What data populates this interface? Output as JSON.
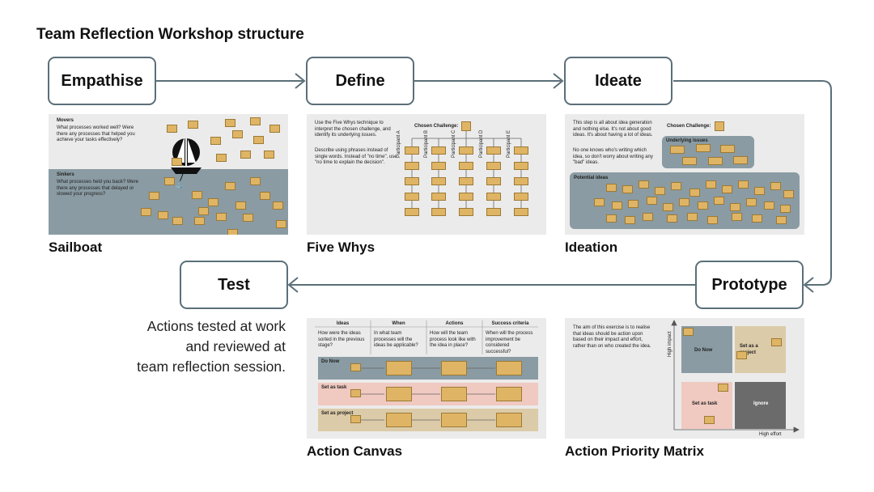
{
  "title": "Team Reflection Workshop structure",
  "stages": {
    "empathise": "Empathise",
    "define": "Define",
    "ideate": "Ideate",
    "prototype": "Prototype",
    "test": "Test"
  },
  "test_description": [
    "Actions tested at work",
    "and reviewed at",
    "team reflection session."
  ],
  "captions": {
    "sailboat": "Sailboat",
    "five_whys": "Five Whys",
    "ideation": "Ideation",
    "action_canvas": "Action Canvas",
    "action_priority_matrix": "Action Priority Matrix"
  },
  "sailboat": {
    "movers_heading": "Movers",
    "movers_text": "What processes worked well? Were there any processes that helped you achieve your tasks effectively?",
    "sinkers_heading": "Sinkers",
    "sinkers_text": "What processes held you back? Were there any processes that delayed or slowed your progress?"
  },
  "five_whys": {
    "intro_1": "Use the Five Whys technique to interpret the chosen challenge, and identify its underlying issues.",
    "intro_2": "Describe using phrases instead of single words. Instead of \"no time\", use \"no time to explain the decision\".",
    "chosen_challenge": "Chosen Challenge:",
    "participants": [
      "Participant A",
      "Participant B",
      "Participant C",
      "Participant D",
      "Participant E"
    ]
  },
  "ideation": {
    "intro_1": "This step is all about idea generation and nothing else. It's not about good ideas. It's about having a lot of ideas.",
    "intro_2": "No one knows who's writing which idea, so don't worry about writing any \"bad\" ideas.",
    "chosen_challenge": "Chosen Challenge:",
    "underlying_issues": "Underlying issues",
    "potential_ideas": "Potential ideas"
  },
  "action_canvas": {
    "headers": [
      "Ideas",
      "When",
      "Actions",
      "Success criteria"
    ],
    "questions": [
      "How were the ideas sorted in the previous stage?",
      "In what team processes will the ideas be applicable?",
      "How will the team process look like with the idea in place?",
      "When will the process improvement be considered successful?"
    ],
    "rows": [
      "Do Now",
      "Set as task",
      "Set as project"
    ]
  },
  "priority_matrix": {
    "intro": "The aim of this exercise is to realise that ideas should be action upon based on their impact and effort, rather than on who created the idea.",
    "y_axis": "High impact",
    "x_axis": "High effort",
    "quadrants": [
      "Do Now",
      "Set as a project",
      "Set as task",
      "Ignore"
    ]
  },
  "colors": {
    "connector": "#5b6f78",
    "note": "#dfb565",
    "sea": "#8a9ba3",
    "panel": "#ebebeb"
  }
}
